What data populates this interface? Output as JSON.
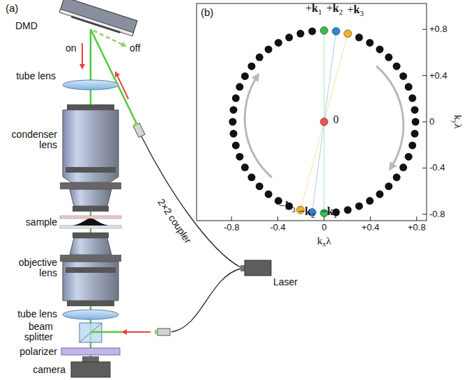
{
  "diagram": {
    "labels": [
      "(a)",
      "DMD",
      "on",
      "off",
      "tube lens",
      "condenser lens",
      "sample",
      "objective lens",
      "tube lens",
      "beam splitter",
      "polarizer",
      "camera",
      "2×2 coupler",
      "Laser",
      "(b)",
      "+k1",
      "+k2",
      "+k3",
      "0",
      "−k3",
      "−k2",
      "−k1",
      "+0.8",
      "+0.4",
      "0",
      "-0.4",
      "-0.8",
      "-0.8",
      "-0.4",
      "0",
      "+0.4",
      "+0.8",
      "kxλ",
      "kyλ"
    ]
  }
}
